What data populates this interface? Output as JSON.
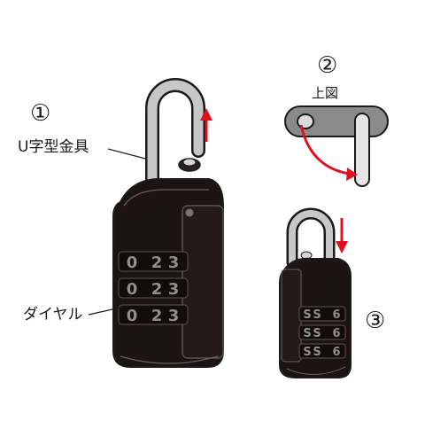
{
  "steps": [
    {
      "number": "①"
    },
    {
      "number": "②",
      "caption": "上図"
    },
    {
      "number": "③"
    }
  ],
  "labels": {
    "shackle": "U字型金具",
    "dial": "ダイヤル"
  },
  "lock_main": {
    "dial_rows": [
      [
        "0",
        "2",
        "3"
      ],
      [
        "0",
        "2",
        "3"
      ],
      [
        "0",
        "2",
        "3"
      ]
    ]
  },
  "lock_small": {
    "dial_rows": [
      [
        "S",
        "S",
        "6"
      ],
      [
        "S",
        "S",
        "6"
      ],
      [
        "S",
        "S",
        "6"
      ]
    ]
  },
  "colors": {
    "body": "#1c1412",
    "shackle": "#c7c7c7",
    "arrow": "#e0101e",
    "plate": "#8a8a8a",
    "digit": "#8e8e8e"
  }
}
